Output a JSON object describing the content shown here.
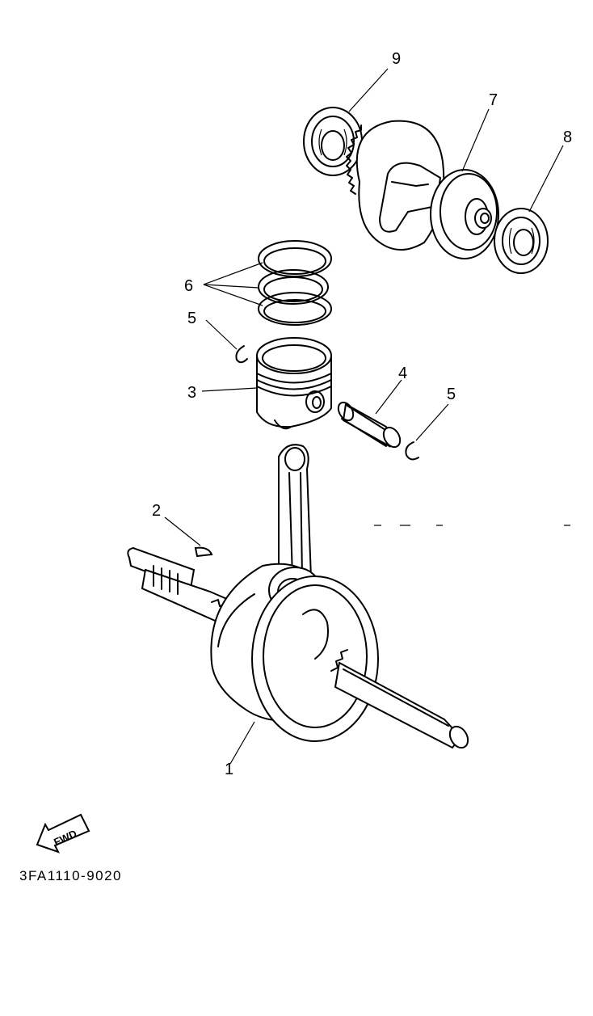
{
  "callouts": {
    "c1": "1",
    "c2": "2",
    "c3": "3",
    "c4": "4",
    "c5a": "5",
    "c5b": "5",
    "c6": "6",
    "c7": "7",
    "c8": "8",
    "c9": "9"
  },
  "fwd_label": "FWD",
  "diagram_code": "3FA1110-9020"
}
